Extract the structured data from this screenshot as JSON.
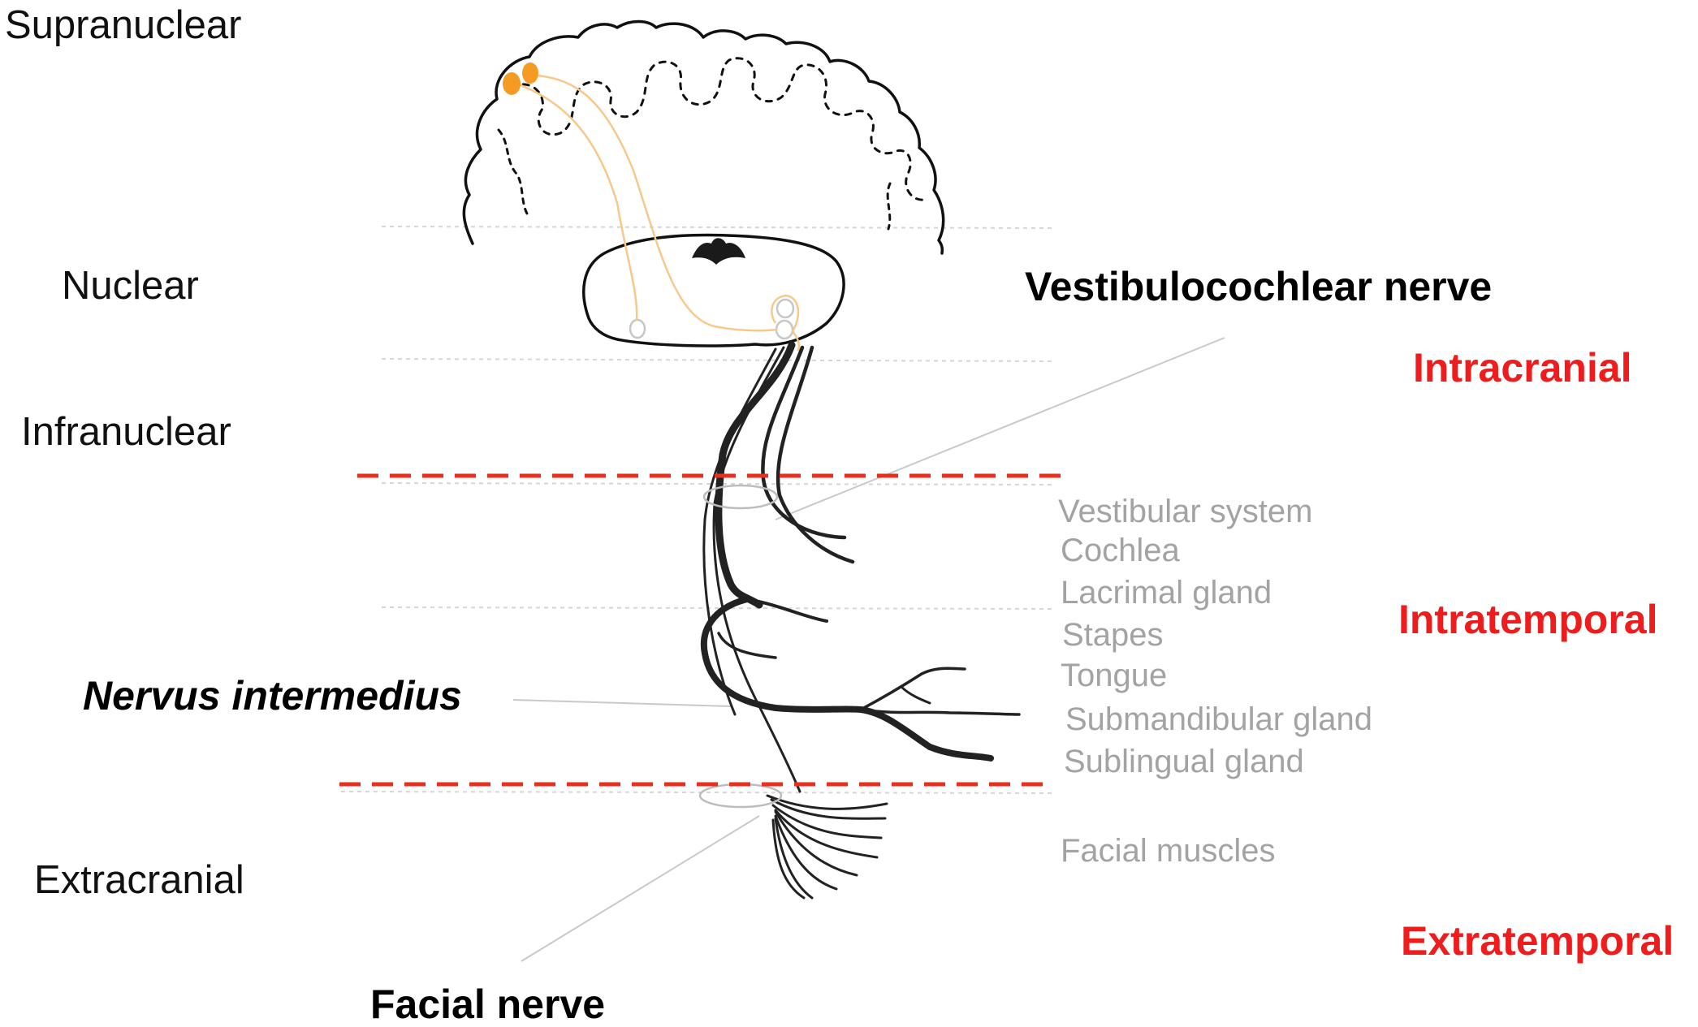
{
  "levels": {
    "supranuclear": "Supranuclear",
    "nuclear": "Nuclear",
    "infranuclear": "Infranuclear",
    "extracranial": "Extracranial"
  },
  "nerves": {
    "vestibulocochlear": "Vestibulocochlear nerve",
    "nervus_intermedius": "Nervus intermedius",
    "facial": "Facial nerve"
  },
  "regions": {
    "intracranial": "Intracranial",
    "intratemporal": "Intratemporal",
    "extratemporal": "Extratemporal"
  },
  "targets": [
    "Vestibular system",
    "Cochlea",
    "Lacrimal gland",
    "Stapes",
    "Tongue",
    "Submandibular gland",
    "Sublingual gland",
    "Facial muscles"
  ],
  "colors": {
    "boundary_dash": "#e8301e",
    "region_label": "#ee1c1c",
    "target_label": "#a3a3a3",
    "upper_motor_neuron": "#f59a23",
    "neuron_tract": "#f6c98a",
    "nerve_stroke": "#222222"
  }
}
